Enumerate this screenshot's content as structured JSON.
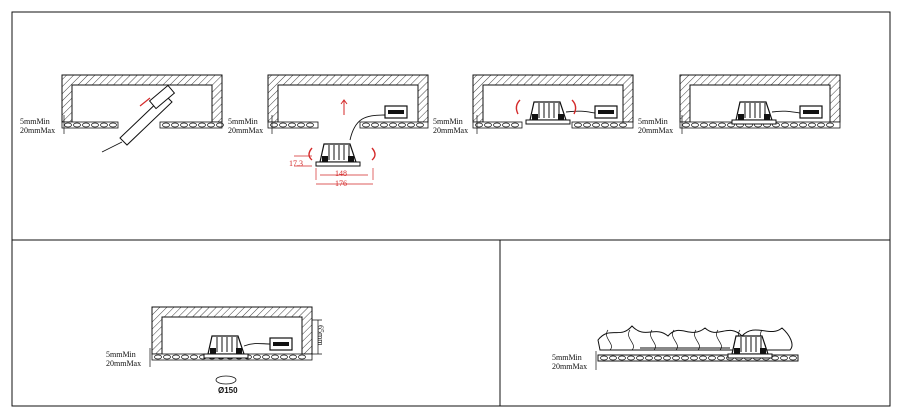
{
  "labels": {
    "min": "5mmMin",
    "max": "20mmMax"
  },
  "dimensions": {
    "height": "17.3",
    "inner_width": "148",
    "outer_width": "176",
    "depth": "65mm",
    "cutout": "Ø150"
  },
  "colors": {
    "line": "#111111",
    "annotation": "#d42a2a"
  }
}
